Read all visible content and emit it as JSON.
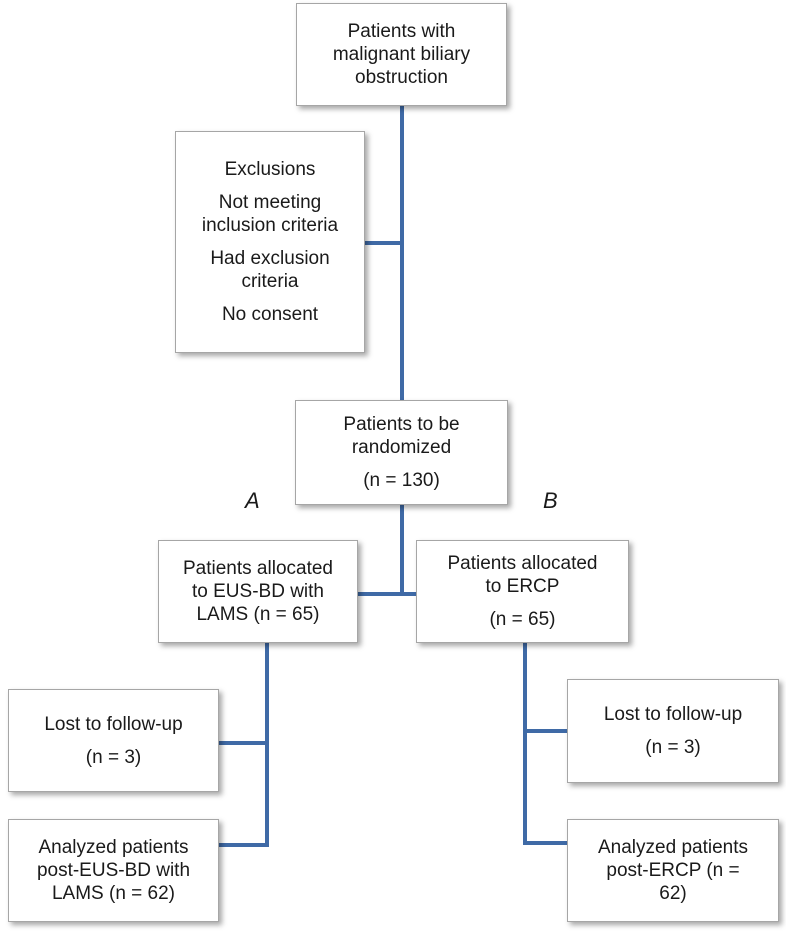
{
  "colors": {
    "connector": "#3f6aa6",
    "box_border": "#a6a6a6"
  },
  "nodes": {
    "start": {
      "lines": [
        "Patients with",
        "malignant biliary",
        "obstruction"
      ]
    },
    "exclusions": {
      "title": "Exclusions",
      "items": [
        [
          "Not meeting",
          "inclusion criteria"
        ],
        [
          "Had exclusion",
          "criteria"
        ],
        [
          "No consent"
        ]
      ]
    },
    "randomized": {
      "lines": [
        "Patients to be",
        "randomized"
      ],
      "count": "(n = 130)"
    },
    "arm_a": {
      "label": "A",
      "lines": [
        "Patients allocated",
        "to EUS-BD with",
        "LAMS (n = 65)"
      ]
    },
    "arm_b": {
      "label": "B",
      "lines": [
        "Patients allocated",
        "to ERCP"
      ],
      "count": "(n = 65)"
    },
    "lost_a": {
      "lines": [
        "Lost to follow-up"
      ],
      "count": "(n = 3)"
    },
    "lost_b": {
      "lines": [
        "Lost to follow-up"
      ],
      "count": "(n = 3)"
    },
    "analyzed_a": {
      "lines": [
        "Analyzed patients",
        "post-EUS-BD with",
        "LAMS (n = 62)"
      ]
    },
    "analyzed_b": {
      "lines": [
        "Analyzed patients",
        "post-ERCP (n =",
        "62)"
      ]
    }
  }
}
